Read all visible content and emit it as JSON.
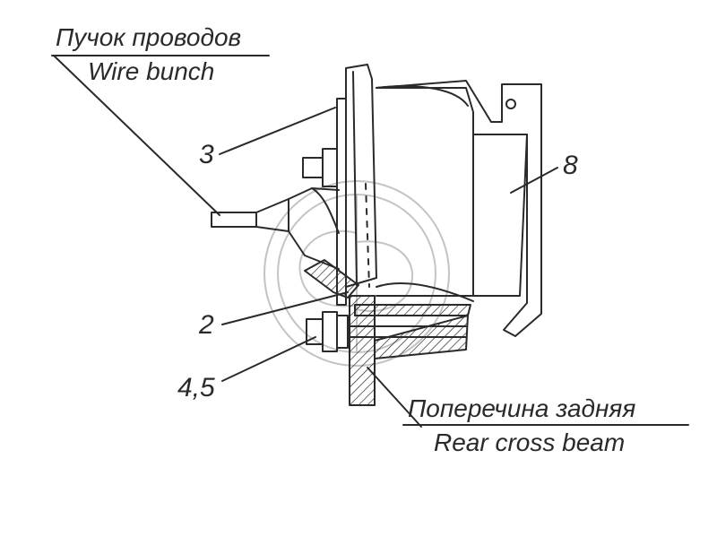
{
  "labels": {
    "wire_bunch_ru": "Пучок проводов",
    "wire_bunch_en": "Wire bunch",
    "rear_beam_ru": "Поперечина задняя",
    "rear_beam_en": "Rear cross beam",
    "callout_3": "3",
    "callout_8": "8",
    "callout_2": "2",
    "callout_45": "4,5"
  },
  "colors": {
    "line": "#2a2a2a",
    "hatch": "#2a2a2a",
    "watermark": "#bdbdbd"
  }
}
